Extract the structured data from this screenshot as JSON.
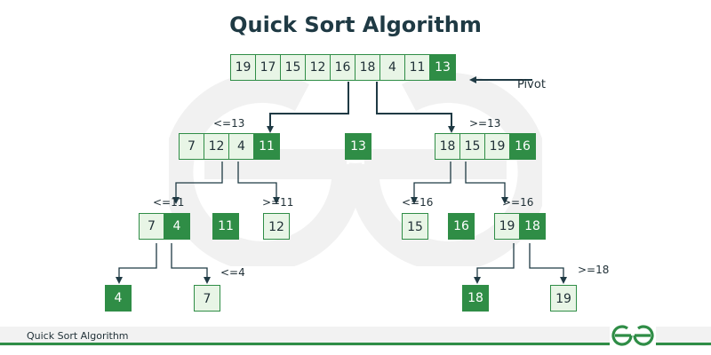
{
  "title": "Quick Sort Algorithm",
  "pivot_label": "Pivot",
  "root": {
    "cells": [
      "19",
      "17",
      "15",
      "12",
      "16",
      "18",
      "4",
      "11",
      "13"
    ]
  },
  "level1": {
    "left_label": "<=13",
    "right_label": ">=13",
    "left": [
      "7",
      "12",
      "4",
      "11"
    ],
    "pivot": "13",
    "right": [
      "18",
      "15",
      "19",
      "16"
    ]
  },
  "level2": {
    "ll_label": "<=11",
    "lr_label": ">=11",
    "rl_label": "<=16",
    "rr_label": ">=16",
    "ll": [
      "7",
      "4"
    ],
    "ll_pivot": "11",
    "lr": "12",
    "rl": "15",
    "rl_pivot": "16",
    "rr": [
      "19",
      "18"
    ]
  },
  "level3": {
    "ll_label": "<=4",
    "rr_label": ">=18",
    "a": "4",
    "b": "7",
    "c": "18",
    "d": "19"
  },
  "footer": {
    "caption": "Quick Sort Algorithm",
    "logo": "GfG"
  },
  "colors": {
    "accent": "#2f8d46",
    "light": "#e8f5e6",
    "text": "#1f3a44"
  }
}
